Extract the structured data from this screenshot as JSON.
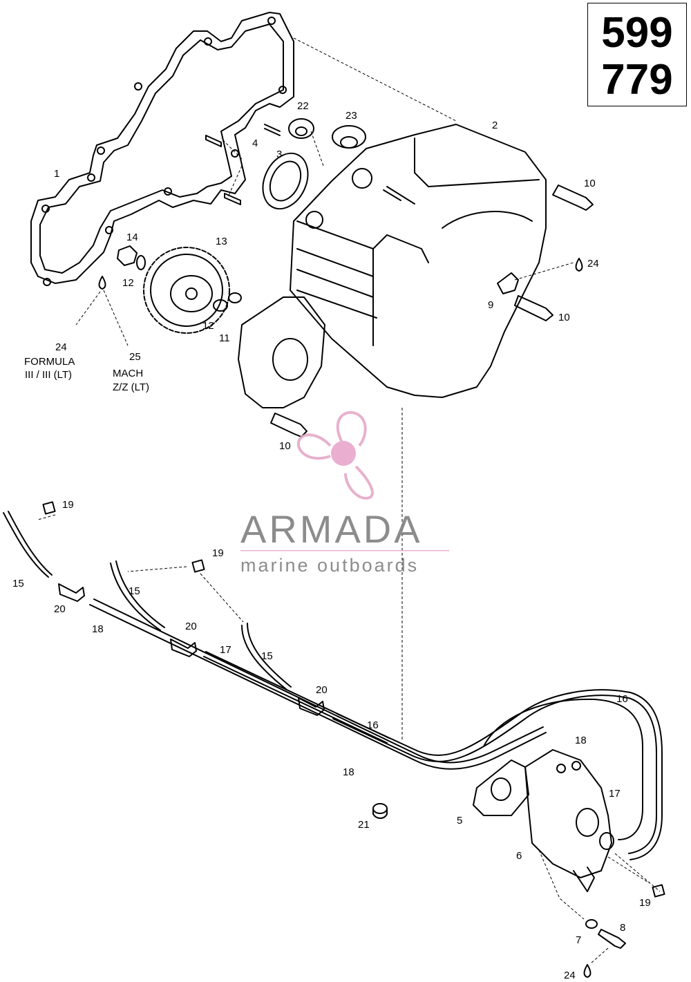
{
  "model_numbers": [
    "599",
    "779"
  ],
  "watermark": {
    "brand": "ARMADA",
    "tagline": "marine outboards",
    "logo_color": "#e6a8c8",
    "logo_hub_color": "#e8a6cb",
    "text_color": "#808080"
  },
  "notes": {
    "formula": [
      "FORMULA",
      "III / III (LT)"
    ],
    "mach": [
      "MACH",
      "Z/Z (LT)"
    ]
  },
  "callouts": {
    "c1": "1",
    "c2": "2",
    "c3": "3",
    "c4": "4",
    "c22": "22",
    "c23": "23",
    "c10a": "10",
    "c24a": "24",
    "c9": "9",
    "c10b": "10",
    "c14": "14",
    "c13": "13",
    "c12a": "12",
    "c12b": "12",
    "c11": "11",
    "c24b": "24",
    "c25": "25",
    "c10c": "10",
    "c19a": "19",
    "c19b": "19",
    "c15a": "15",
    "c15b": "15",
    "c15c": "15",
    "c20a": "20",
    "c20b": "20",
    "c20c": "20",
    "c18a": "18",
    "c18b": "18",
    "c18c": "18",
    "c17a": "17",
    "c17b": "17",
    "c16a": "16",
    "c16b": "16",
    "c21": "21",
    "c5": "5",
    "c6": "6",
    "c19c": "19",
    "c7": "7",
    "c8": "8",
    "c24c": "24"
  }
}
